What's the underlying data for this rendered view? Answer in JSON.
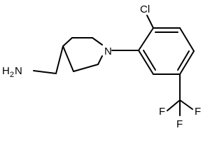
{
  "molecule": {
    "atoms": {
      "chlorine": "Cl",
      "nitrogen": "N",
      "amine_main": "H",
      "amine_sub": "2",
      "amine_tail": "N",
      "fluorine_1": "F",
      "fluorine_2": "F",
      "fluorine_3": "F"
    }
  },
  "colors": {
    "bond": "#000000",
    "label": "#000000",
    "background": "#ffffff"
  }
}
